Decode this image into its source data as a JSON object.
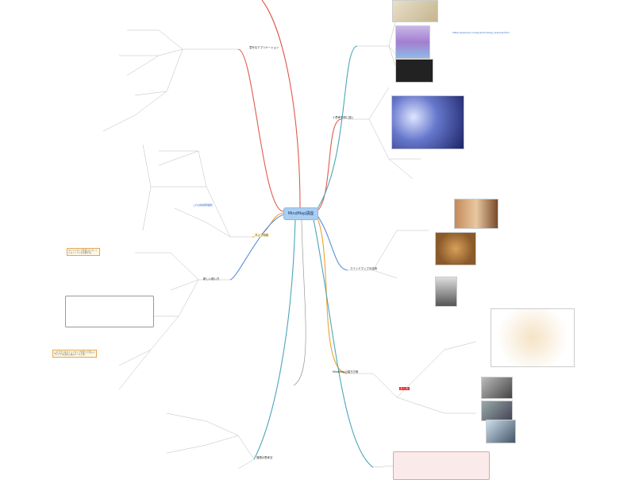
{
  "center": {
    "label": "MindMap講座"
  },
  "branches": {
    "top": "意外なアプリケーション",
    "left_mid": "マップ作成",
    "left_low": "新しい使い方",
    "bottom_left": "発想の思考法",
    "right_top": "1.思考を図に描く",
    "right_mid": "マインドマップの活用",
    "right_low": "MindMapの描き方例",
    "right_bottom": "関連の語彙",
    "highlight": "まとめ"
  },
  "link_text": "https://www.edu.com/ja-jp/mindmap_example.html",
  "note1": "マインドマップを使ったブレインストーミングの例です。",
  "note2": "このアプリはマインドマップを使って新しいアイデアを出すためのツールです。",
  "caption_blue": "これは情報整理術！",
  "colors": {
    "center": "#a9cef2",
    "red": "#e05a4b",
    "orange": "#f0a030",
    "blue": "#5a8fd8",
    "teal": "#4aa6b8",
    "gold": "#e6b800"
  }
}
